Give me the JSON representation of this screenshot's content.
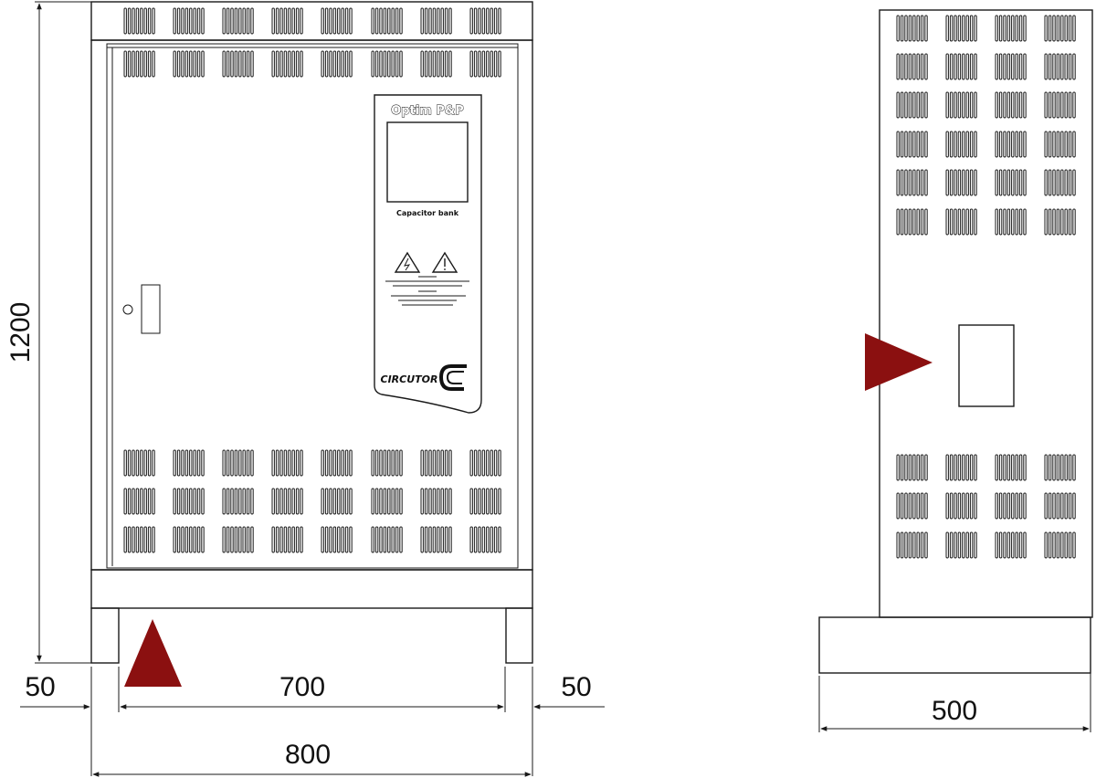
{
  "front_view": {
    "panel": {
      "product_name": "Optim P&P",
      "subtitle": "Capacitor bank",
      "brand": "CIRCUTOR"
    }
  },
  "dimensions": {
    "height": "1200",
    "left_margin": "50",
    "inner_width": "700",
    "right_margin": "50",
    "total_width": "800",
    "depth": "500"
  },
  "colors": {
    "marker": "#8B1010",
    "line": "#1a1a1a"
  }
}
